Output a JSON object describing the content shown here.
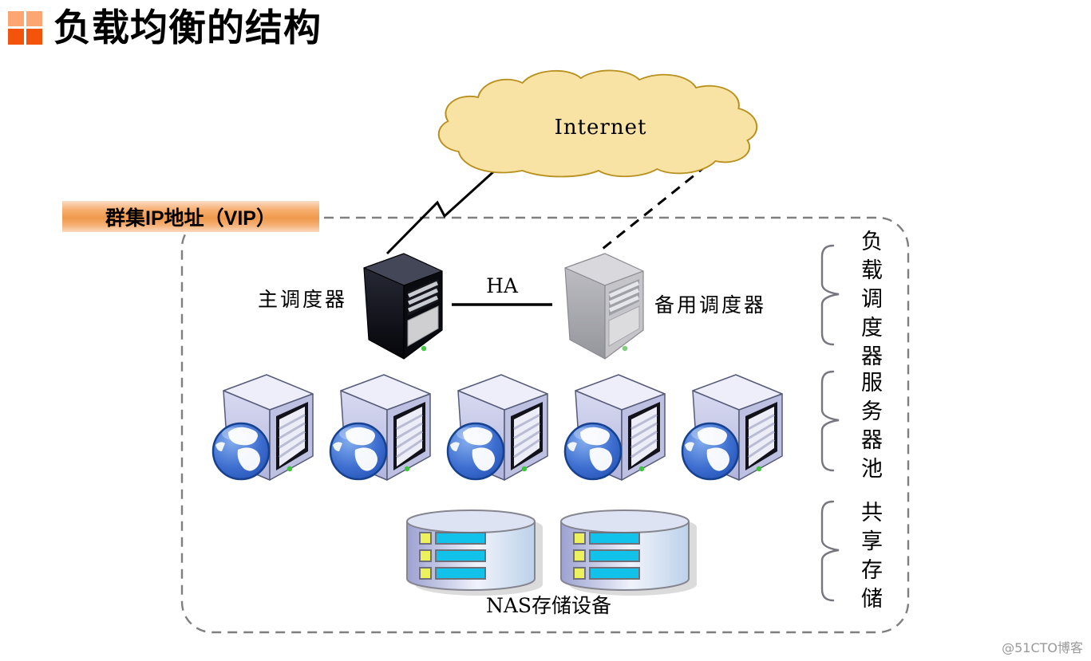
{
  "header": {
    "title": "负载均衡的结构"
  },
  "diagram": {
    "internet_label": "Internet",
    "vip_label": "群集IP地址（VIP）",
    "master_scheduler_label": "主调度器",
    "backup_scheduler_label": "备用调度器",
    "ha_link_label": "HA",
    "nas_label": "NAS存储设备",
    "group_labels": [
      {
        "label": "负载调度器"
      },
      {
        "label": "服务器池"
      },
      {
        "label": "共享存储"
      }
    ],
    "pool_server_count": 5,
    "nas_device_count": 2,
    "colors": {
      "accent_orange_light": "#FCA672",
      "accent_orange_dark": "#F3540B",
      "cloud_fill": "#F9E3A4",
      "cloud_border": "#B8901F",
      "vip_band_orange": "#F0994C",
      "boundary_dash_gray": "#7F7F7F"
    }
  },
  "watermark": "@51CTO博客"
}
